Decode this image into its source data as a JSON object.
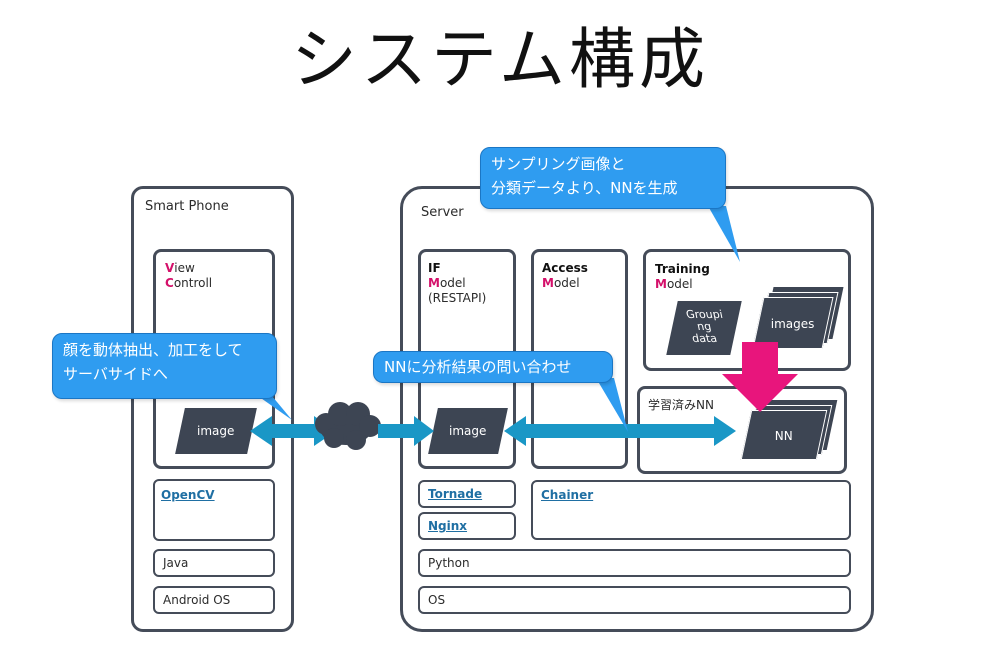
{
  "title": "システム構成",
  "smartphone": {
    "label": "Smart Phone",
    "view_v": "V",
    "view_rest": "iew",
    "controll_c": "C",
    "controll_rest": "ontroll",
    "image": "image",
    "opencv": "OpenCV",
    "java": "Java",
    "android": "Android OS"
  },
  "server": {
    "label": "Server",
    "if_title": "IF",
    "if_m": "M",
    "if_model_rest": "odel",
    "if_sub": "(RESTAPI)",
    "if_image": "image",
    "access_title": "Access",
    "access_m": "M",
    "access_model_rest": "odel",
    "training_title": "Training",
    "training_m": "M",
    "training_model_rest": "odel",
    "grouping_line1": "Groupi",
    "grouping_line2": "ng",
    "grouping_line3": "data",
    "images": "images",
    "trained_label": "学習済みNN",
    "nn": "NN",
    "tornade": "Tornade",
    "nginx": "Nginx",
    "chainer": "Chainer",
    "python": "Python",
    "os": "OS"
  },
  "callouts": {
    "training_line1": "サンプリング画像と",
    "training_line2": "分類データより、NNを生成",
    "phone_line1": "顔を動体抽出、加工をして",
    "phone_line2": "サーバサイドへ",
    "query": "NNに分析結果の問い合わせ"
  },
  "colors": {
    "border": "#454c59",
    "callout": "#2f9cf0",
    "arrow": "#1a97c6",
    "magenta": "#e8157c",
    "dark_shape": "#3d4553"
  }
}
